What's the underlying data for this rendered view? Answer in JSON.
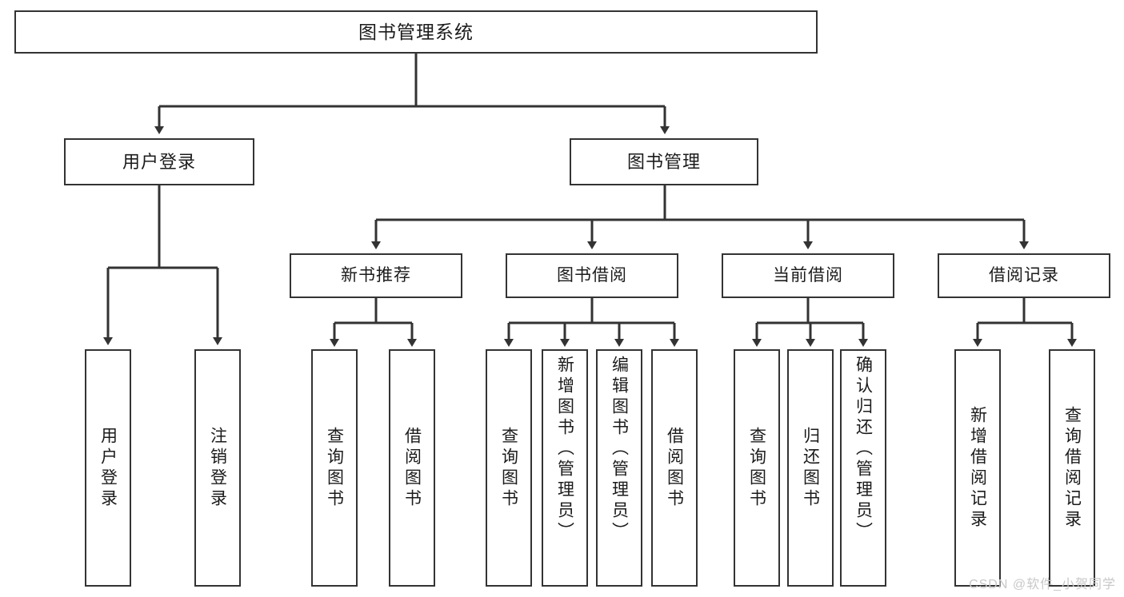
{
  "diagram": {
    "title": "图书管理系统",
    "type": "tree-hierarchy-chart",
    "root": {
      "label": "图书管理系统"
    },
    "level2": [
      {
        "label": "用户登录"
      },
      {
        "label": "图书管理"
      }
    ],
    "level3": [
      {
        "label": "新书推荐"
      },
      {
        "label": "图书借阅"
      },
      {
        "label": "当前借阅"
      },
      {
        "label": "借阅记录"
      }
    ],
    "leaves": {
      "user_login": [
        {
          "label": "用户登录"
        },
        {
          "label": "注销登录"
        }
      ],
      "new_book_recommend": [
        {
          "label": "查询图书"
        },
        {
          "label": "借阅图书"
        }
      ],
      "book_borrow": [
        {
          "label": "查询图书"
        },
        {
          "label": "新增图书（管理员）"
        },
        {
          "label": "编辑图书（管理员）"
        },
        {
          "label": "借阅图书"
        }
      ],
      "current_borrow": [
        {
          "label": "查询图书"
        },
        {
          "label": "归还图书"
        },
        {
          "label": "确认归还（管理员）"
        }
      ],
      "borrow_record": [
        {
          "label": "新增借阅记录"
        },
        {
          "label": "查询借阅记录"
        }
      ]
    }
  },
  "watermark": {
    "text": "CSDN @软件_小贺同学"
  },
  "colors": {
    "box_border": "#333333",
    "box_fill": "#ffffff",
    "link_stroke": "#333333",
    "text": "#1b1b1b",
    "watermark": "#c8c8c8"
  }
}
